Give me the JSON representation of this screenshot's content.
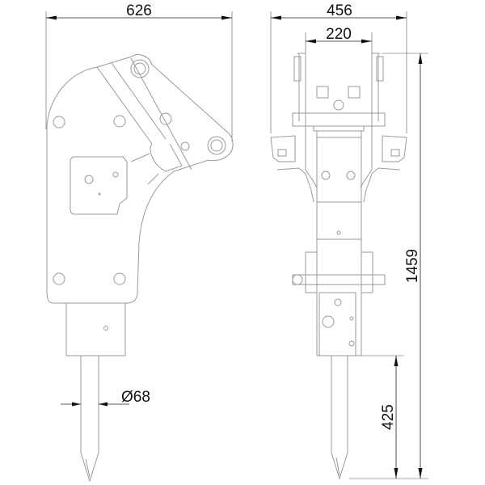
{
  "side_view": {
    "width_dim": "626",
    "tool_diameter_dim": "Ø68"
  },
  "front_view": {
    "width_dim": "456",
    "inner_width_dim": "220",
    "height_dim": "1459",
    "tool_length_dim": "425"
  },
  "colors": {
    "line": "#9a9a9a",
    "dimension": "#222222"
  }
}
